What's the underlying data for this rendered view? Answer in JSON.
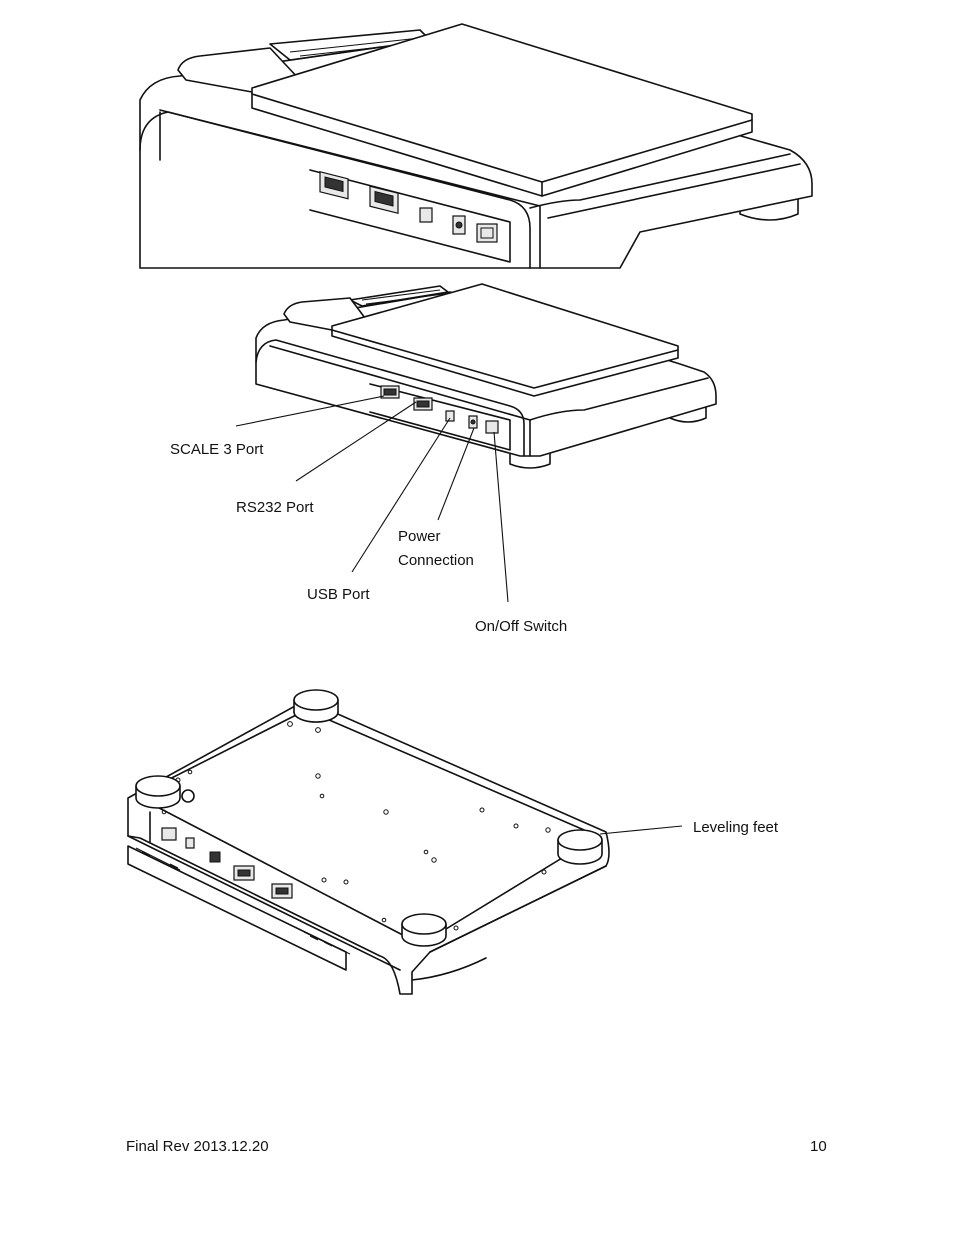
{
  "callouts": {
    "scale3_port": "SCALE 3 Port",
    "rs232_port": "RS232 Port",
    "power_line1": "Power",
    "power_line2": "Connection",
    "usb_port": "USB Port",
    "onoff_switch": "On/Off Switch",
    "leveling_feet": "Leveling feet"
  },
  "footer": {
    "revision": "Final Rev 2013.12.20",
    "page_number": "10"
  }
}
